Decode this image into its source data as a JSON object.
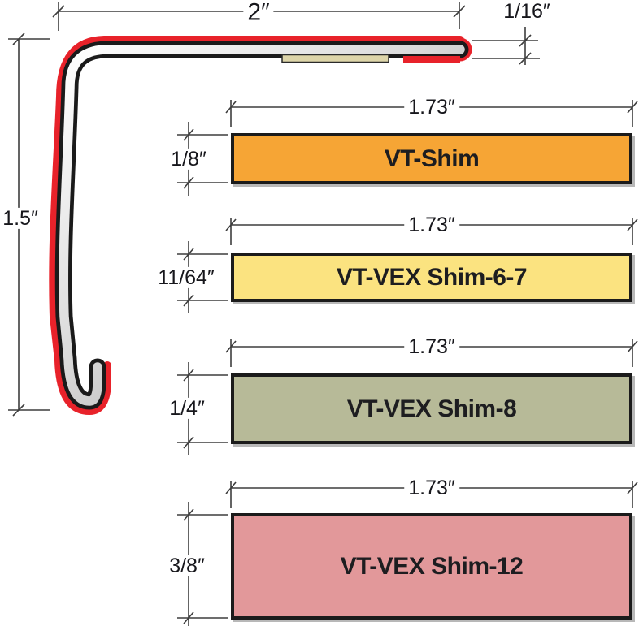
{
  "profile": {
    "width_dim": "2″",
    "edge_thickness_dim": "1/16″",
    "height_dim": "1.5″",
    "face_color": "#e8222a",
    "outline_color": "#1a1a1a",
    "adhesive_color": "#ddd5a9"
  },
  "shims": [
    {
      "label": "VT-Shim",
      "width_dim": "1.73″",
      "thickness_dim": "1/8″",
      "color": "#f6a535"
    },
    {
      "label": "VT-VEX Shim-6-7",
      "width_dim": "1.73″",
      "thickness_dim": "11/64″",
      "color": "#fbe380"
    },
    {
      "label": "VT-VEX Shim-8",
      "width_dim": "1.73″",
      "thickness_dim": "1/4″",
      "color": "#b7ba98"
    },
    {
      "label": "VT-VEX Shim-12",
      "width_dim": "1.73″",
      "thickness_dim": "3/8″",
      "color": "#e2989a"
    }
  ]
}
